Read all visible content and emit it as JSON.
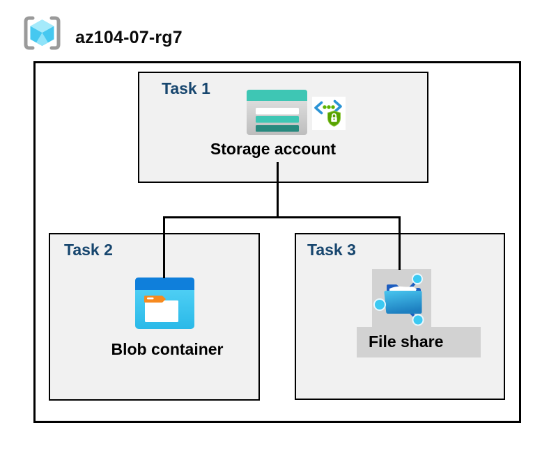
{
  "header": {
    "resource_group_name": "az104-07-rg7",
    "icon": "resource-group-icon"
  },
  "diagram": {
    "type": "azure-resource-diagram",
    "container": "resource group",
    "connections": [
      [
        "Storage account",
        "Blob container"
      ],
      [
        "Storage account",
        "File share"
      ]
    ]
  },
  "tasks": [
    {
      "label": "Task 1",
      "item": "Storage account",
      "icons": [
        "storage-account-icon",
        "shared-access-signature-icon"
      ]
    },
    {
      "label": "Task 2",
      "item": "Blob container",
      "icons": [
        "blob-container-icon"
      ]
    },
    {
      "label": "Task 3",
      "item": "File share",
      "icons": [
        "file-share-icon"
      ]
    }
  ],
  "colors": {
    "task_label_blue": "#17466e",
    "box_fill_gray": "#f1f1f1",
    "icon_plate_gray": "#d2d2d2",
    "storage_teal": "#3ec6b4",
    "storage_teal_dark": "#27897e",
    "blob_top_blue": "#0f7fdb",
    "blob_body_cyan": "#3fc9f0",
    "tag_orange": "#f68a1f",
    "shield_green": "#57a300",
    "bracket_blue": "#2a93d5",
    "node_cyan": "#3cc9f2",
    "folder_dark_blue": "#1d5dbf",
    "connector_black": "#000000"
  }
}
